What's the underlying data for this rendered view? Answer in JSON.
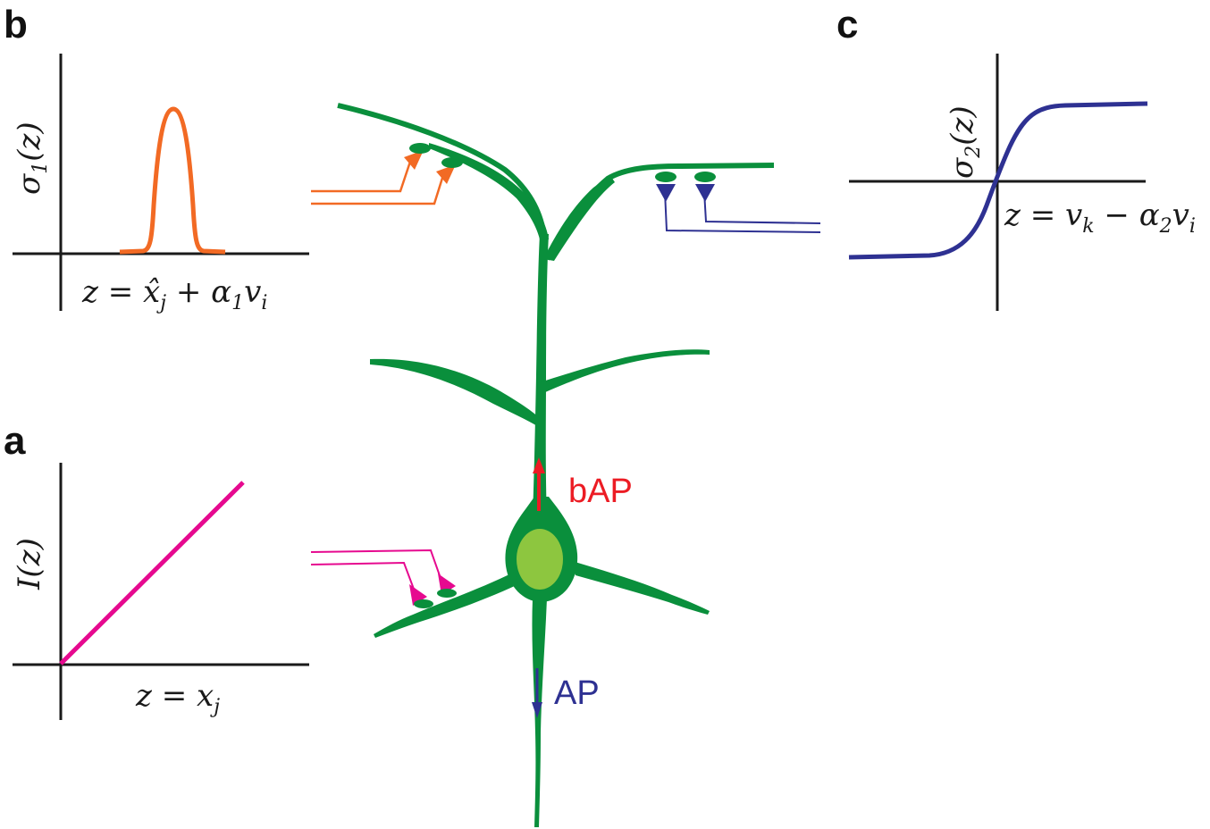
{
  "panels": {
    "a": {
      "letter": "a",
      "ylabel": "I(z)",
      "xlabel": "z = x_j",
      "curve_color": "#e6098f"
    },
    "b": {
      "letter": "b",
      "ylabel": "σ_1(z)",
      "xlabel": "z = x̂_j + α_1 v_i",
      "curve_color": "#f26a24"
    },
    "c": {
      "letter": "c",
      "ylabel": "σ_2(z)",
      "xlabel": "z = v_k − α_2 v_i",
      "curve_color": "#2e3192"
    }
  },
  "neuron": {
    "color": "#0a8f3c",
    "nucleus_color": "#8dc63f",
    "bap_label": "bAP",
    "bap_color": "#ec1c24",
    "ap_label": "AP",
    "ap_color": "#2e3192"
  }
}
